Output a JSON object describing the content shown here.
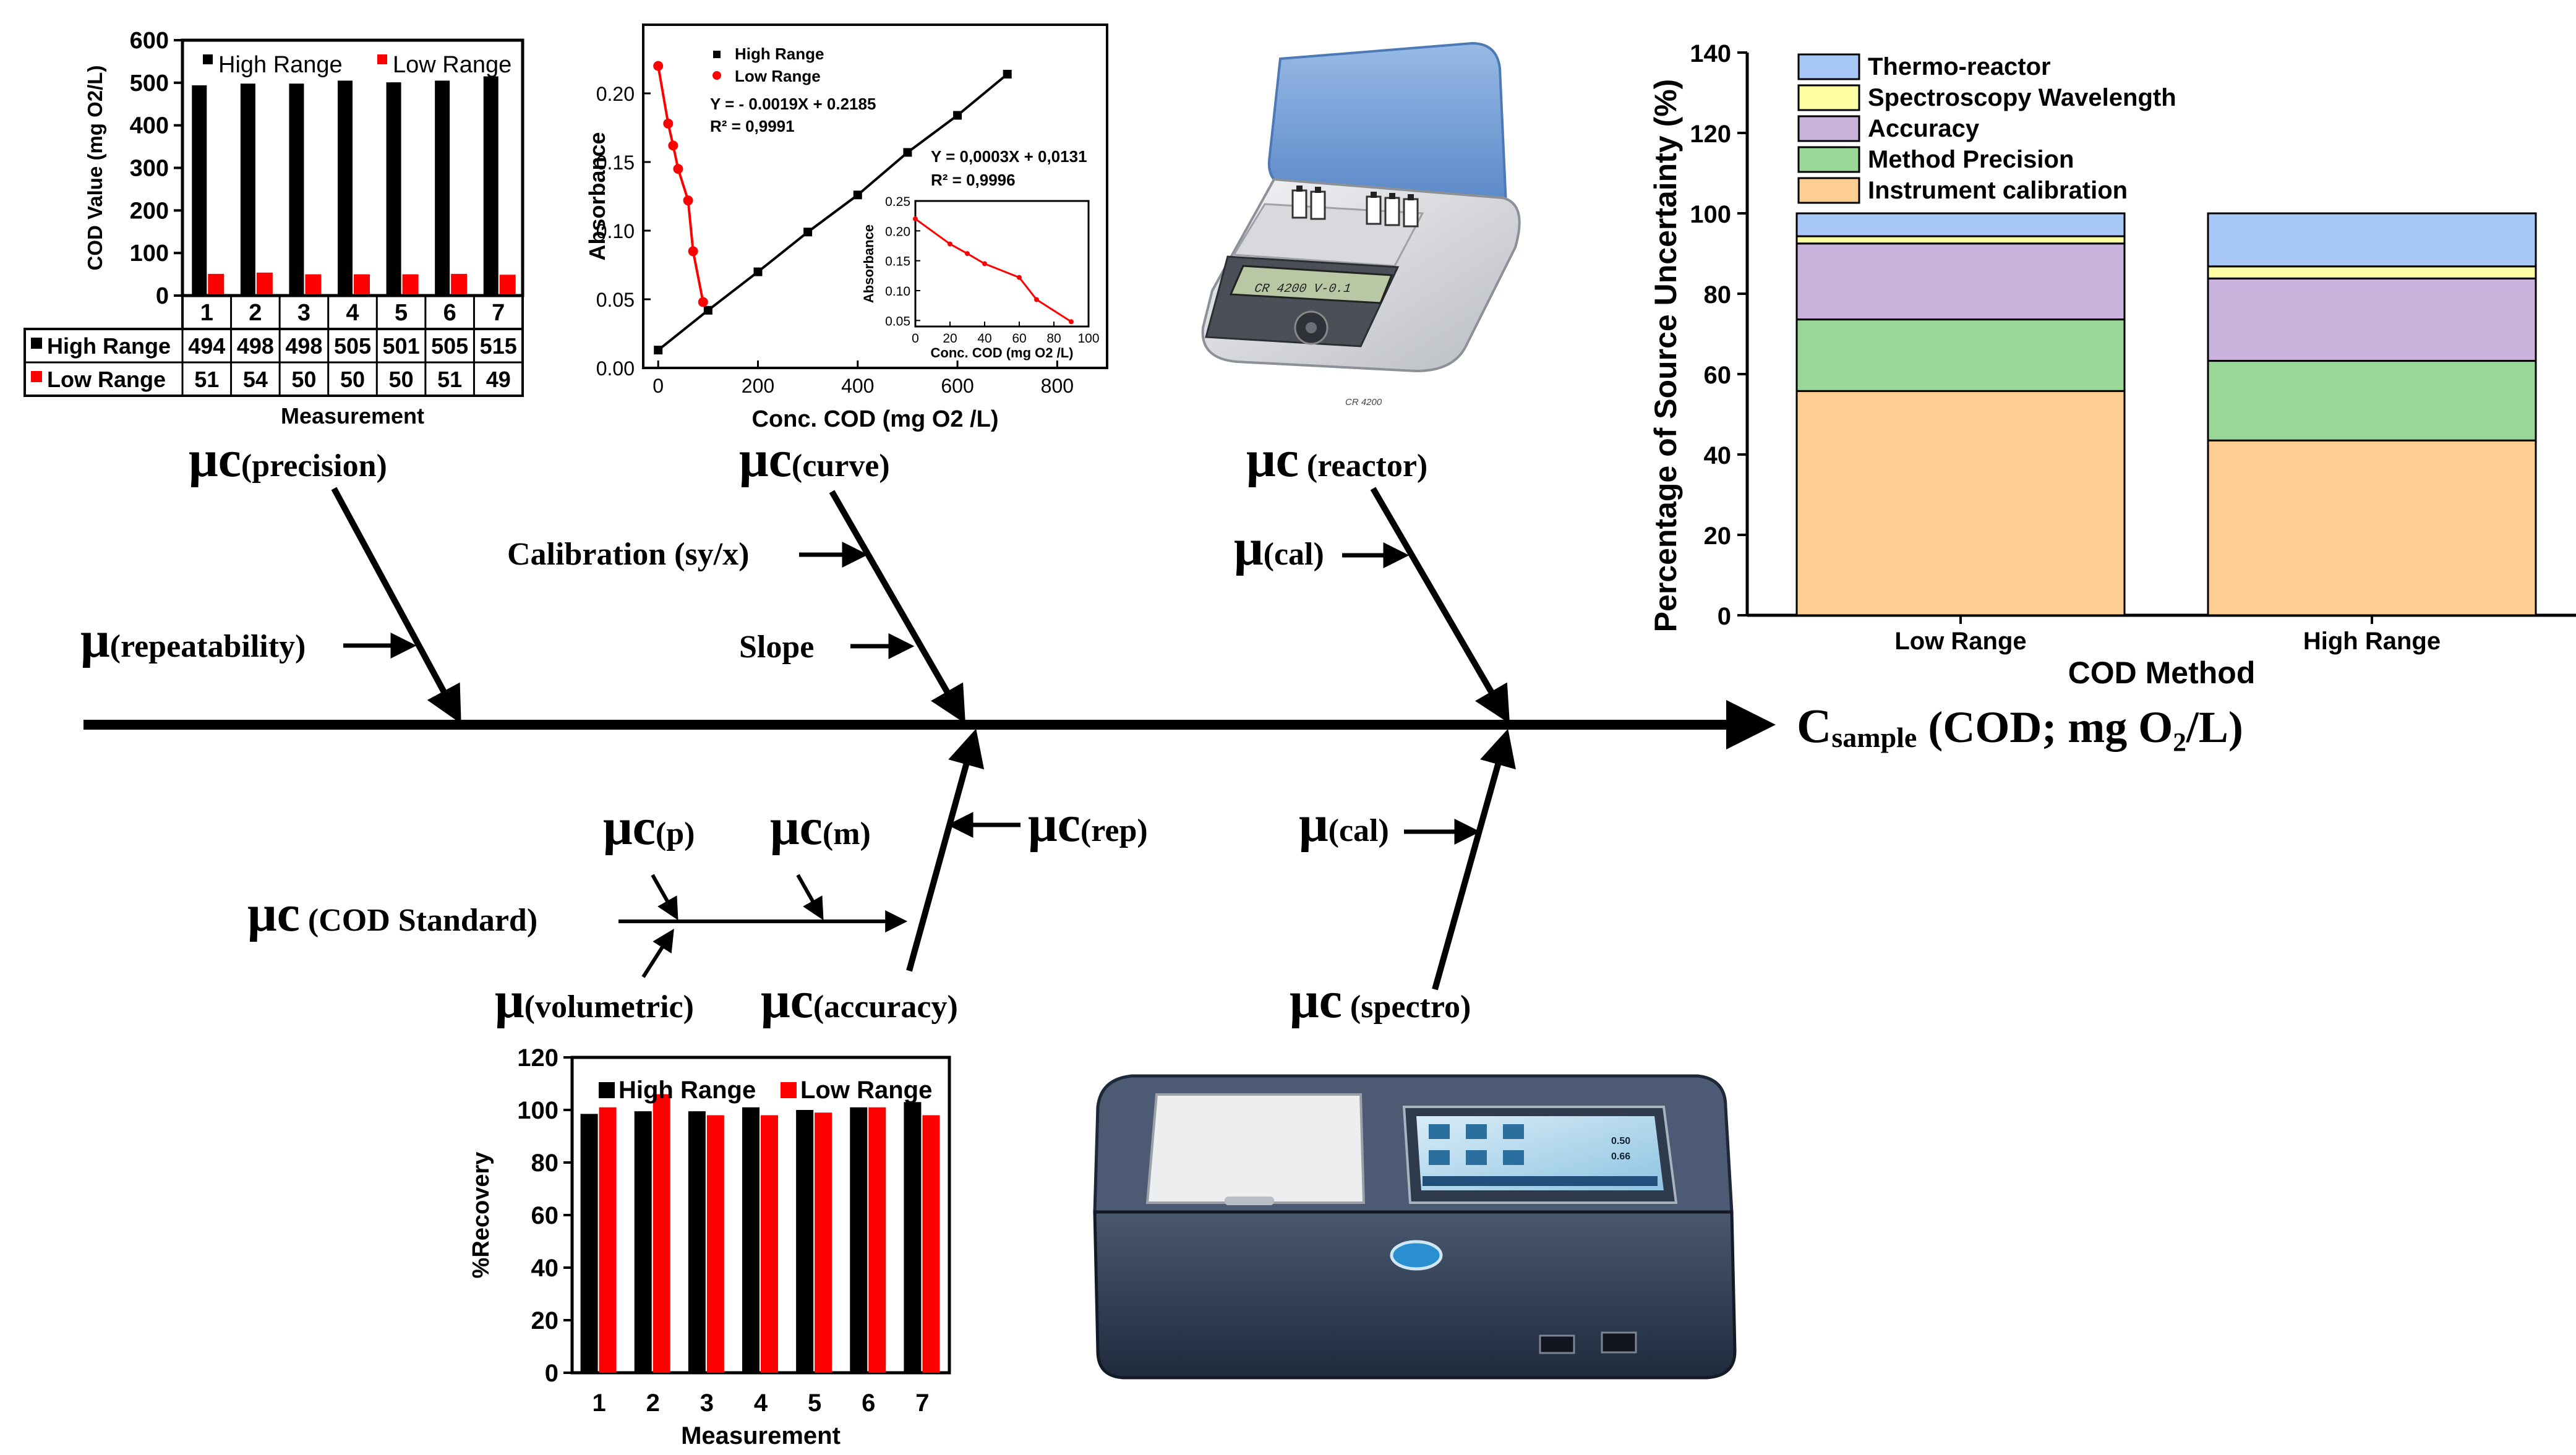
{
  "fishbone": {
    "result": {
      "symbol": "C",
      "sub": "sample",
      "rest": " (COD; mg O₂/L)"
    },
    "labels": {
      "precision": {
        "mu": "μc",
        "text": "(precision)"
      },
      "curve": {
        "mu": "μc",
        "text": "(curve)"
      },
      "reactor": {
        "mu": "μc",
        "text": " (reactor)"
      },
      "repeatability": {
        "mu": "μ",
        "text": "(repeatability)"
      },
      "calibration_syx": "Calibration (sy/x)",
      "slope": "Slope",
      "cal_top": {
        "mu": "μ",
        "text": "(cal)"
      },
      "p": {
        "mu": "μc",
        "text": "(p)"
      },
      "m": {
        "mu": "μc",
        "text": "(m)"
      },
      "rep": {
        "mu": "μc",
        "text": "(rep)"
      },
      "cal_bottom": {
        "mu": "μ",
        "text": "(cal)"
      },
      "cod_standard": {
        "mu": "μc",
        "text": " (COD Standard)"
      },
      "volumetric": {
        "mu": "μ",
        "text": "(volumetric)"
      },
      "accuracy": {
        "mu": "μc",
        "text": "(accuracy)"
      },
      "spectro": {
        "mu": "μc",
        "text": " (spectro)"
      }
    }
  },
  "reactor_device": {
    "caption": "CR 4200",
    "screen_text": "CR 4200   V-0.1"
  },
  "spectro_device": {
    "screen_values": [
      "0.50",
      "0.66"
    ]
  },
  "chart_data": [
    {
      "id": "cod_values",
      "type": "bar",
      "categories": [
        "1",
        "2",
        "3",
        "4",
        "5",
        "6",
        "7"
      ],
      "series": [
        {
          "name": "High Range",
          "values": [
            494,
            498,
            498,
            505,
            501,
            505,
            515
          ],
          "color": "#000000"
        },
        {
          "name": "Low Range",
          "values": [
            51,
            54,
            50,
            50,
            50,
            51,
            49
          ],
          "color": "#ff0000"
        }
      ],
      "xlabel": "Measurement",
      "ylabel": "COD Value (mg O2/L)",
      "ylim": [
        0,
        600
      ],
      "yticks": [
        "0",
        "100",
        "200",
        "300",
        "400",
        "500",
        "600"
      ],
      "legend": "top",
      "table_rows": [
        {
          "label": "High Range",
          "values": [
            "494",
            "498",
            "498",
            "505",
            "501",
            "505",
            "515"
          ]
        },
        {
          "label": "Low Range",
          "values": [
            "51",
            "54",
            "50",
            "50",
            "50",
            "51",
            "49"
          ]
        }
      ]
    },
    {
      "id": "calibration",
      "type": "scatter",
      "series": [
        {
          "name": "High Range",
          "color": "#000000",
          "x": [
            0,
            100,
            200,
            300,
            400,
            500,
            600,
            700
          ],
          "y": [
            0.013,
            0.042,
            0.07,
            0.099,
            0.126,
            0.157,
            0.184,
            0.214
          ]
        },
        {
          "name": "Low Range",
          "color": "#ff0000",
          "x": [
            0,
            20,
            30,
            40,
            60,
            70,
            90
          ],
          "y": [
            0.22,
            0.178,
            0.162,
            0.145,
            0.122,
            0.085,
            0.048
          ]
        }
      ],
      "xlabel": "Conc. COD (mg O2 /L)",
      "ylabel": "Absorbance",
      "xlim": [
        -30,
        900
      ],
      "ylim": [
        0,
        0.25
      ],
      "xticks": [
        "0",
        "200",
        "400",
        "600",
        "800"
      ],
      "yticks": [
        "0.00",
        "0.05",
        "0.10",
        "0.15",
        "0.20"
      ],
      "annotations": [
        "Y = - 0.0019X + 0.2185",
        "R² = 0,9991",
        "Y = 0,0003X + 0,0131",
        "R² = 0,9996"
      ],
      "inset": {
        "x": [
          0,
          20,
          30,
          40,
          60,
          70,
          90
        ],
        "y": [
          0.22,
          0.178,
          0.162,
          0.145,
          0.122,
          0.085,
          0.048
        ],
        "xlim": [
          0,
          100
        ],
        "ylim": [
          0.04,
          0.25
        ],
        "xticks": [
          "0",
          "20",
          "40",
          "60",
          "80",
          "100"
        ],
        "yticks": [
          "0.05",
          "0.10",
          "0.15",
          "0.20",
          "0.25"
        ],
        "xlabel": "Conc. COD (mg O2 /L)",
        "ylabel": "Absorbance"
      }
    },
    {
      "id": "uncertainty",
      "type": "bar",
      "stacked": true,
      "categories": [
        "Low Range",
        "High Range"
      ],
      "series": [
        {
          "name": "Instrument calibration",
          "values": [
            55.8,
            43.5
          ],
          "color": "#fcce91"
        },
        {
          "name": "Method Precision",
          "values": [
            17.8,
            19.8
          ],
          "color": "#98d998"
        },
        {
          "name": "Accuracy",
          "values": [
            18.9,
            20.5
          ],
          "color": "#c9b3dd"
        },
        {
          "name": "Spectroscopy Wavelength",
          "values": [
            1.8,
            3.0
          ],
          "color": "#ffffa3"
        },
        {
          "name": "Thermo-reactor",
          "values": [
            5.7,
            13.2
          ],
          "color": "#a7c8f7"
        }
      ],
      "legend_order": [
        "Thermo-reactor",
        "Spectroscopy Wavelength",
        "Accuracy",
        "Method Precision",
        "Instrument calibration"
      ],
      "xlabel": "COD Method",
      "ylabel": "Percentage of Source Uncertainty (%)",
      "ylim": [
        0,
        140
      ],
      "yticks": [
        "0",
        "20",
        "40",
        "60",
        "80",
        "100",
        "120",
        "140"
      ]
    },
    {
      "id": "recovery",
      "type": "bar",
      "categories": [
        "1",
        "2",
        "3",
        "4",
        "5",
        "6",
        "7"
      ],
      "series": [
        {
          "name": "High Range",
          "values": [
            98.5,
            99.5,
            99.5,
            101,
            100,
            101,
            103
          ],
          "color": "#000000"
        },
        {
          "name": "Low Range",
          "values": [
            101,
            106,
            98,
            98,
            99,
            101,
            98
          ],
          "color": "#ff0000"
        }
      ],
      "xlabel": "Measurement",
      "ylabel": "%Recovery",
      "ylim": [
        0,
        120
      ],
      "yticks": [
        "0",
        "20",
        "40",
        "60",
        "80",
        "100",
        "120"
      ],
      "legend": "top"
    }
  ]
}
